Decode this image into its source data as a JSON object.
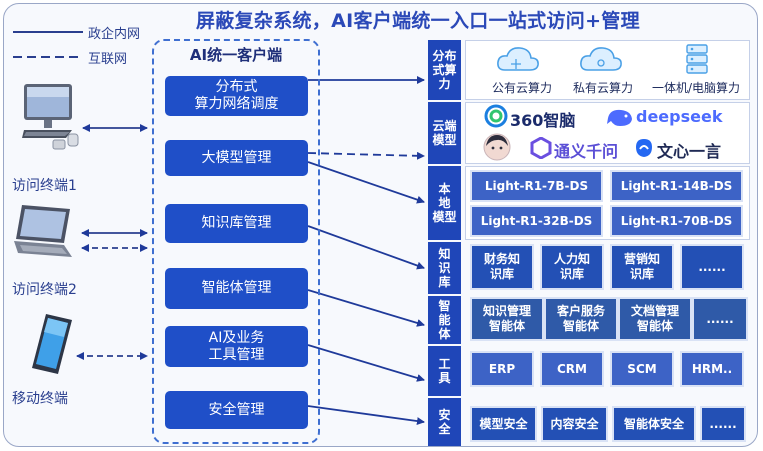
{
  "title": "屏蔽复杂系统，AI客户端统一入口一站式访问+管理",
  "legend": {
    "intranet": "政企内网",
    "internet": "互联网"
  },
  "terminals": [
    {
      "label": "访问终端1",
      "icon": "desktop-computer-icon"
    },
    {
      "label": "访问终端2",
      "icon": "laptop-icon"
    },
    {
      "label": "移动终端",
      "icon": "mobile-phone-icon"
    }
  ],
  "client": {
    "title": "AI统一客户端",
    "modules": [
      {
        "line1": "分布式",
        "line2": "算力网络调度"
      },
      {
        "line1": "大模型管理",
        "line2": ""
      },
      {
        "line1": "知识库管理",
        "line2": ""
      },
      {
        "line1": "智能体管理",
        "line2": ""
      },
      {
        "line1": "AI及业务",
        "line2": "工具管理"
      },
      {
        "line1": "安全管理",
        "line2": ""
      }
    ]
  },
  "categories": [
    {
      "line1": "分布",
      "line2": "式算",
      "line3": "力"
    },
    {
      "line1": "云端",
      "line2": "模型",
      "line3": ""
    },
    {
      "line1": "本",
      "line2": "地",
      "line3": "模型"
    },
    {
      "line1": "知",
      "line2": "识",
      "line3": "库"
    },
    {
      "line1": "智",
      "line2": "能",
      "line3": "体"
    },
    {
      "line1": "工",
      "line2": "具",
      "line3": ""
    },
    {
      "line1": "安",
      "line2": "全",
      "line3": ""
    }
  ],
  "compute": [
    {
      "label": "公有云算力",
      "icon": "cloud-icon"
    },
    {
      "label": "私有云算力",
      "icon": "cloud-icon"
    },
    {
      "label": "一体机/电脑算力",
      "icon": "server-icon"
    }
  ],
  "cloud_models": [
    {
      "name": "360智脑",
      "icon": "360-logo-icon",
      "color": "#1b2b6b"
    },
    {
      "name": "deepseek",
      "icon": "deepseek-whale-icon",
      "color": "#4d6bfe"
    },
    {
      "name": "通义千问",
      "icon": "tongyi-logo-icon",
      "color": "#5b4fd6"
    },
    {
      "name": "文心一言",
      "icon": "wenxin-logo-icon",
      "color": "#1f2a55"
    }
  ],
  "local_models": [
    "Light-R1-7B-DS",
    "Light-R1-14B-DS",
    "Light-R1-32B-DS",
    "Light-R1-70B-DS"
  ],
  "knowledge": [
    {
      "line1": "财务知",
      "line2": "识库"
    },
    {
      "line1": "人力知",
      "line2": "识库"
    },
    {
      "line1": "营销知",
      "line2": "识库"
    },
    {
      "line1": "......",
      "line2": ""
    }
  ],
  "agents": [
    {
      "line1": "知识管理",
      "line2": "智能体"
    },
    {
      "line1": "客户服务",
      "line2": "智能体"
    },
    {
      "line1": "文档管理",
      "line2": "智能体"
    },
    {
      "line1": "......",
      "line2": ""
    }
  ],
  "tools": [
    "ERP",
    "CRM",
    "SCM",
    "HRM.."
  ],
  "security": [
    "模型安全",
    "内容安全",
    "智能体安全",
    "......"
  ],
  "colors": {
    "accent": "#1f4fc8",
    "category": "#1f46b8",
    "chip": "#3d63c6",
    "title": "#2b49b8"
  }
}
